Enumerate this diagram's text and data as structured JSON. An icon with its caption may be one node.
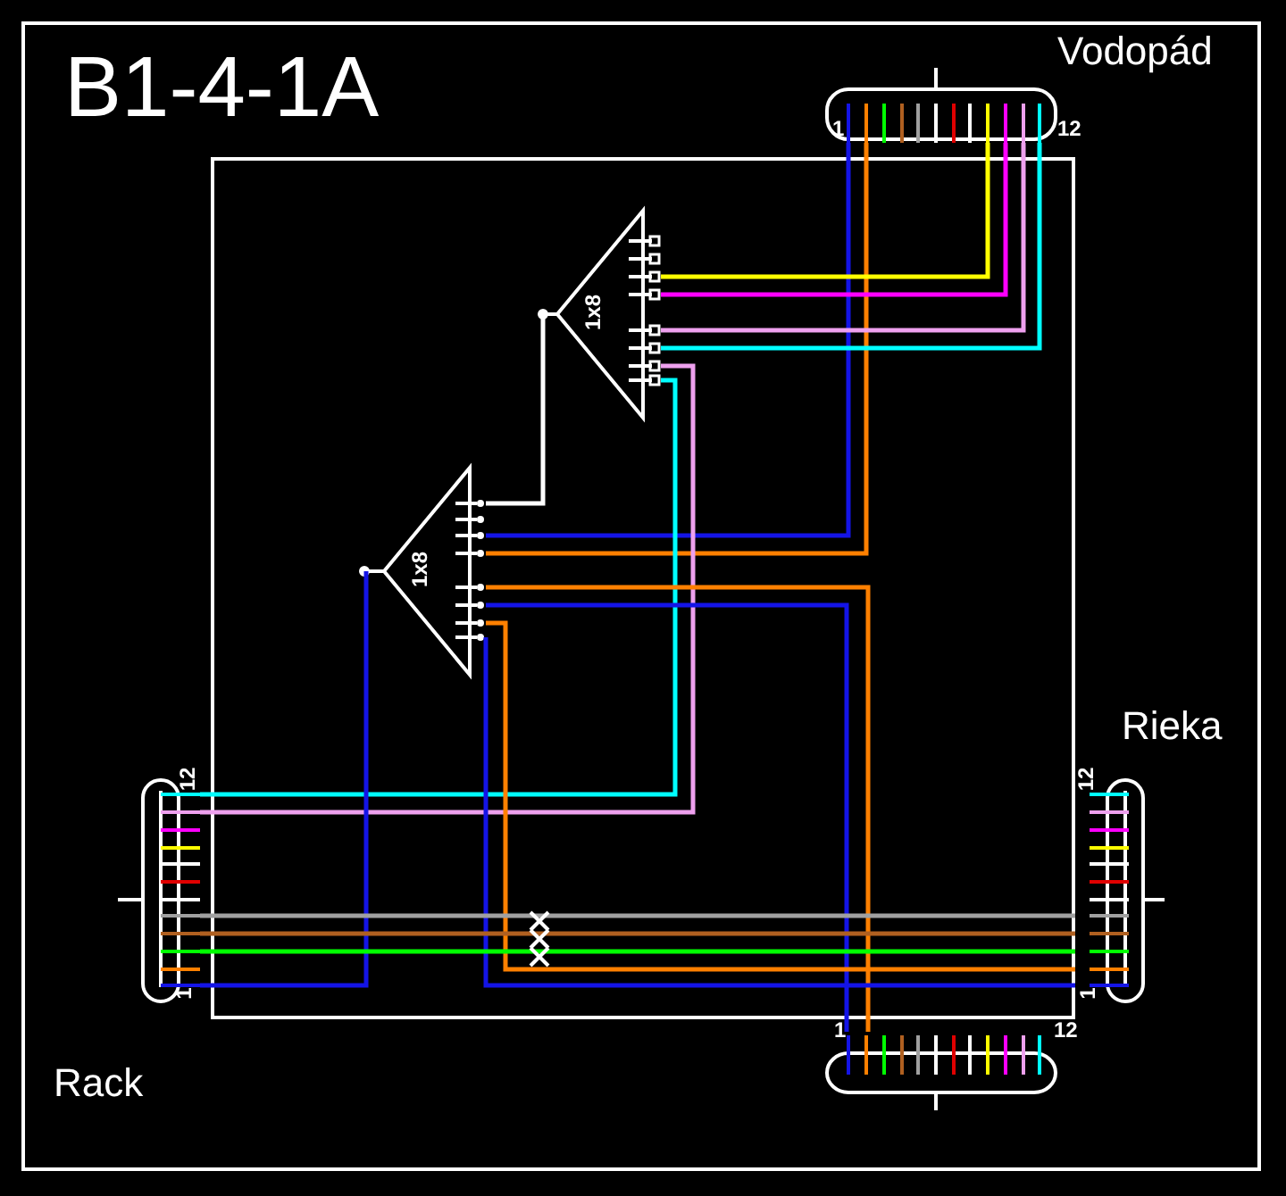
{
  "diagram": {
    "title": "B1-4-1A",
    "nodes": [
      {
        "text": [
          "Vodopád"
        ]
      },
      {
        "text": [],
        "shape": "box"
      },
      {
        "text": [
          "1x8"
        ],
        "in": 1
      },
      {
        "text": [
          "1x8"
        ],
        "in": 1
      },
      {
        "text": [
          "Rieka"
        ]
      },
      {
        "text": [
          "Rack"
        ]
      },
      {
        "text": [],
        "shape": "box"
      }
    ],
    "edges": [
      {
        "from": 0,
        "to": 3,
        "arrow": "none",
        "color": "#1414e6"
      },
      {
        "from": 0,
        "to": 3,
        "arrow": "none",
        "color": "#ff8000"
      },
      {
        "from": 0,
        "to": 2,
        "arrow": "none",
        "color": "#ffff00"
      },
      {
        "from": 0,
        "to": 2,
        "arrow": "none",
        "color": "#ff00ff"
      },
      {
        "from": 0,
        "to": 2,
        "arrow": "none",
        "color": "#eea0ee"
      },
      {
        "from": 0,
        "to": 2,
        "arrow": "none",
        "color": "#00ffff"
      },
      {
        "from": 2,
        "to": 5,
        "arrow": "none",
        "color": "#eea0ee"
      },
      {
        "from": 2,
        "to": 5,
        "arrow": "none",
        "color": "#00ffff"
      },
      {
        "from": 3,
        "to": 2,
        "arrow": "none",
        "color": "#ffffff"
      },
      {
        "from": 3,
        "to": 6,
        "arrow": "none",
        "color": "#ff8000"
      },
      {
        "from": 3,
        "to": 6,
        "arrow": "none",
        "color": "#1414e6"
      },
      {
        "from": 3,
        "to": 4,
        "arrow": "none",
        "color": "#ff8000"
      },
      {
        "from": 3,
        "to": 4,
        "arrow": "none",
        "color": "#1414e6"
      },
      {
        "from": 5,
        "to": 3,
        "arrow": "none",
        "color": "#1414e6"
      },
      {
        "from": 5,
        "to": 4,
        "arrow": "none",
        "color": "#a0a0a0"
      },
      {
        "from": 5,
        "to": 4,
        "arrow": "none",
        "color": "#b06020"
      },
      {
        "from": 5,
        "to": 4,
        "arrow": "none",
        "color": "#00ff00"
      }
    ],
    "labels": [
      "1",
      "12",
      "12",
      "12",
      "1",
      "1",
      "1",
      "12"
    ]
  }
}
